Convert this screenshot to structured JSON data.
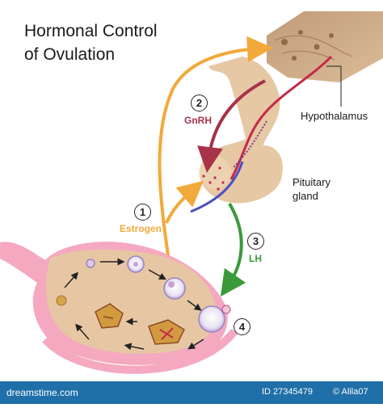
{
  "title": {
    "line1": "Hormonal Control",
    "line2": "of Ovulation"
  },
  "labels": {
    "hypothalamus": "Hypothalamus",
    "pituitary_line1": "Pituitary",
    "pituitary_line2": "gland"
  },
  "steps": [
    {
      "number": "1",
      "hormone": "Estrogen",
      "color": "#f2a93b"
    },
    {
      "number": "2",
      "hormone": "GnRH",
      "color": "#a8324a"
    },
    {
      "number": "3",
      "hormone": "LH",
      "color": "#3a9a3a"
    },
    {
      "number": "4"
    }
  ],
  "footer": {
    "brand": "dreamstime.com",
    "image_id": "ID 27345479",
    "author": "© Alila07"
  }
}
